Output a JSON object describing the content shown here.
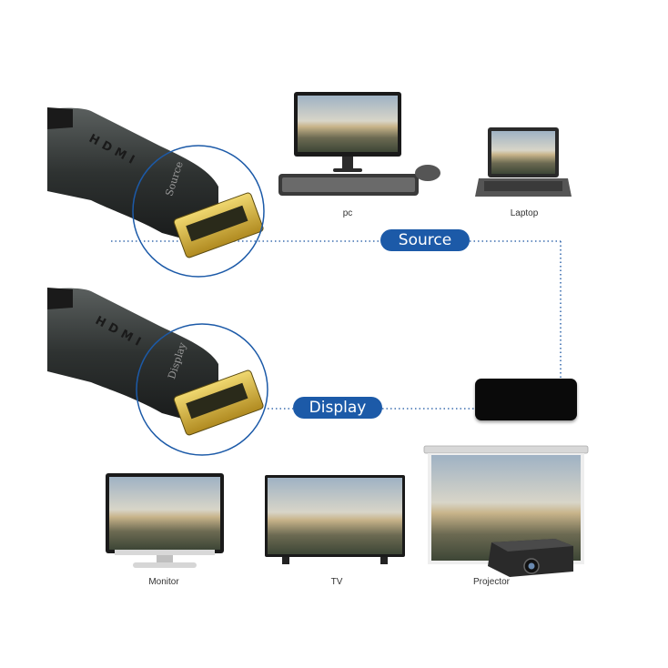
{
  "labels": {
    "pc": "pc",
    "laptop": "Laptop",
    "source": "Source",
    "display": "Display",
    "monitor": "Monitor",
    "tv": "TV",
    "projector": "Projector"
  },
  "plug_texts": {
    "brand_top": "HDMI",
    "marking_top": "Source",
    "brand_bottom": "HDMI",
    "marking_bottom": "Display"
  },
  "colors": {
    "accent": "#1c5aa8",
    "dotted_line": "#3d6fb0",
    "gold": "#d4b23a"
  }
}
